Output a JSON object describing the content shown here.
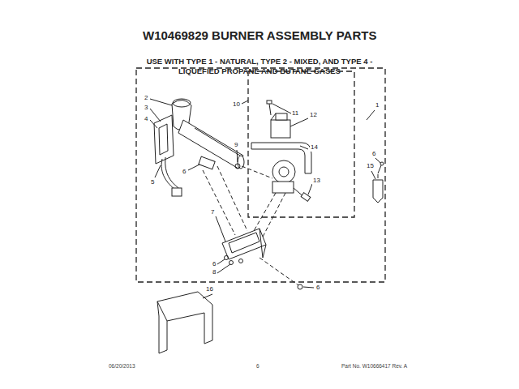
{
  "diagram": {
    "title": "W10469829 BURNER ASSEMBLY PARTS",
    "labels": [
      "USE WITH TYPE 1 - NATURAL, TYPE 2 - MIXED, AND TYPE 4 - LIQUEFIED PROPANE AND BUTANE GASES",
      "2",
      "3",
      "4",
      "5",
      "6",
      "9",
      "10",
      "11",
      "12",
      "14",
      "13",
      "1",
      "6",
      "15",
      "7",
      "6",
      "8",
      "6",
      "16",
      "06/20/2013",
      "6",
      "Part No. W10666417  Rev. A"
    ]
  }
}
